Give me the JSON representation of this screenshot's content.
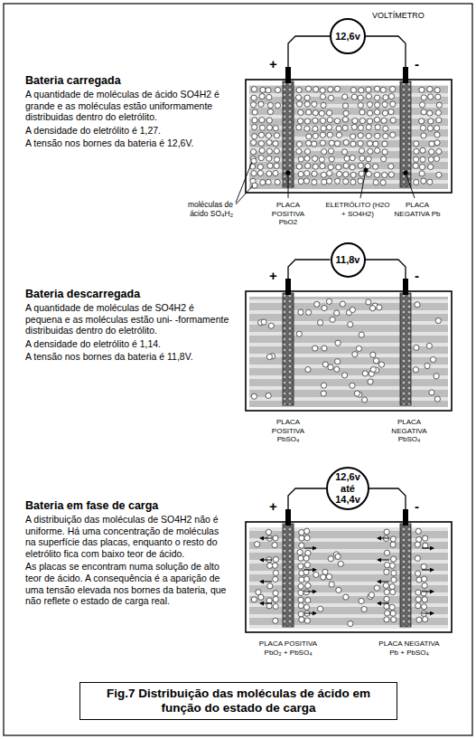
{
  "diagram": {
    "caption": "Fig.7 Distribuição das moléculas de ácido em função do estado de carga",
    "nodes": [
      {
        "text": [
          "12,6v"
        ]
      },
      {
        "text": [
          "11,8v"
        ]
      },
      {
        "text": [
          "12,6v até 14,4v"
        ]
      }
    ],
    "labels": [
      "VOLTÍMETRO",
      "+",
      "-",
      "Bateria carregada",
      "A quantidade de moléculas de ácido SO4H2 é grande e as moléculas estão uniformamente distribuidas dentro do eletrólito.",
      "A densidade do eletrólito é 1,27.",
      "A tensão nos bornes da bateria é 12,6V.",
      "moléculas de ácido SO₄H₂",
      "PLACA POSITIVA PbO2",
      "ELETRÓLITO (H2O + SO4H2)",
      "PLACA NEGATIVA Pb",
      "+",
      "-",
      "Bateria descarregada",
      "A quantidade de moléculas de SO4H2 é pequena e as moléculas estão uni- -formamente distribuidas dentro do eletrólito.",
      "A densidade do eletrólito é 1,14.",
      "A tensão nos bornes da bateria é 11,8V.",
      "PLACA POSITIVA PbSO₄",
      "PLACA NEGATIVA PbSO₄",
      "+",
      "-",
      "Bateria em fase de carga",
      "A distribuição das moléculas de SO4H2 não é uniforme. Há uma concentração de moléculas na superfície das placas, enquanto o resto do eletrólito fica com baixo teor de ácido.",
      "As placas se encontram numa solução de alto teor de ácido. A consequência é a aparição de uma tensão elevada nos bornes da bateria, que não reflete o estado de carga real.",
      "PLACA POSITIVA PbO₂ + PbSO₄",
      "PLACA NEGATIVA Pb + PbSO₄"
    ]
  }
}
